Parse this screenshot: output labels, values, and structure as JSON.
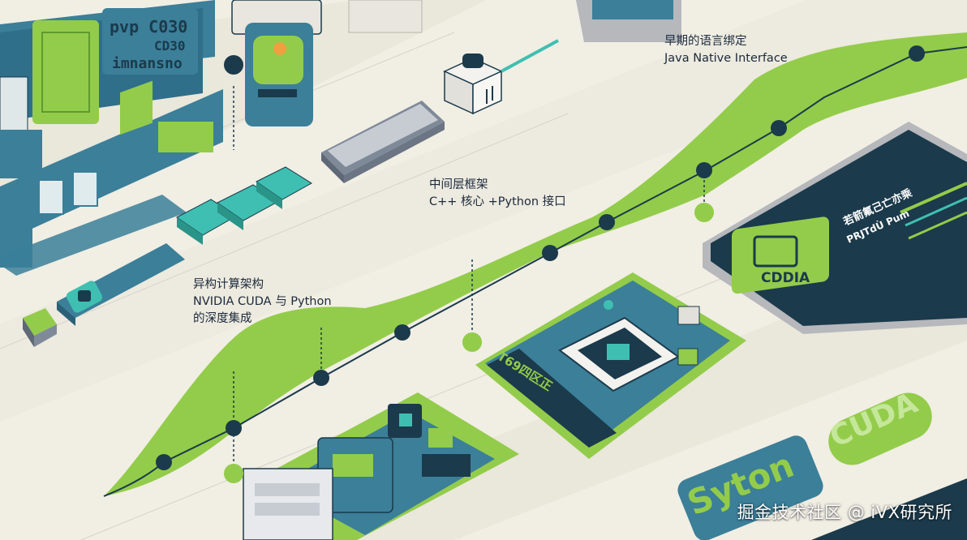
{
  "colors": {
    "background": "#f1eee4",
    "navy": "#1b3a4b",
    "teal": "#3b7f99",
    "lime": "#93cc4a",
    "aqua": "#3fbfb1",
    "text": "#1b2a3c"
  },
  "timeline": {
    "milestones": [
      {
        "lines": [
          "异构计算架构",
          "NVIDIA CUDA 与 Python",
          "的深度集成"
        ]
      },
      {
        "lines": [
          "中间层框架",
          "C++ 核心 +Python 接口"
        ]
      },
      {
        "lines": [
          "早期的语言绑定",
          "Java Native Interface"
        ]
      }
    ]
  },
  "artwork": {
    "chip_badge": "CDDIA",
    "bottom_pill": "Syton",
    "right_pill": "CUDA",
    "card_glyphs": "T69四区正",
    "panel_glyphs": [
      "若箭氟己亡亦乘",
      "PRJTdÙ Pum"
    ],
    "monitor_glyphs": [
      "pvp C030",
      "CD30",
      "imnansno"
    ]
  },
  "watermark": "掘金技术社区 @ iVX研究所"
}
